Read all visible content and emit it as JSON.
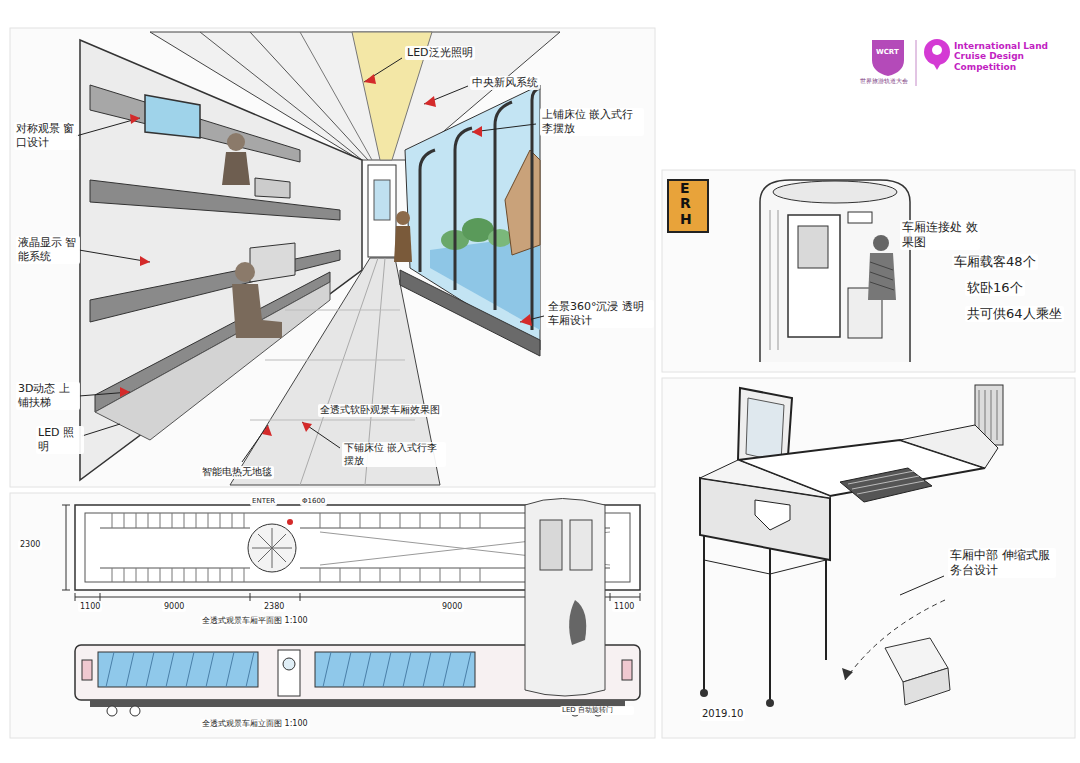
{
  "diagram": {
    "labels": [
      "LED泛光照明",
      "中央新风系统",
      "对称观景 窗口设计",
      "上铺床位 嵌入式行李摆放",
      "液晶显示 智能系统",
      "全景360°沉浸 透明车厢设计",
      "3D动态 上铺扶梯",
      "LED 照明",
      "全透式软卧观景车厢效果图",
      "智能电热无地毯",
      "下铺床位 嵌入式行李摆放",
      "ERH",
      "车厢连接处 效果图",
      "车厢载客48个",
      "软卧16个",
      "共可供64人乘坐",
      "车厢中部 伸缩式服务台设计",
      "2019.10",
      "2300",
      "1100",
      "9000",
      "2380",
      "9000",
      "1100",
      "ENTER",
      "Φ1600",
      "全透式观景车厢平面图 1:100",
      "全透式观景车厢立面图 1:100",
      "LED 自动旋转门",
      "WCRT",
      "世界旅游轨道大会",
      "International Land Cruise Design Competition"
    ]
  }
}
